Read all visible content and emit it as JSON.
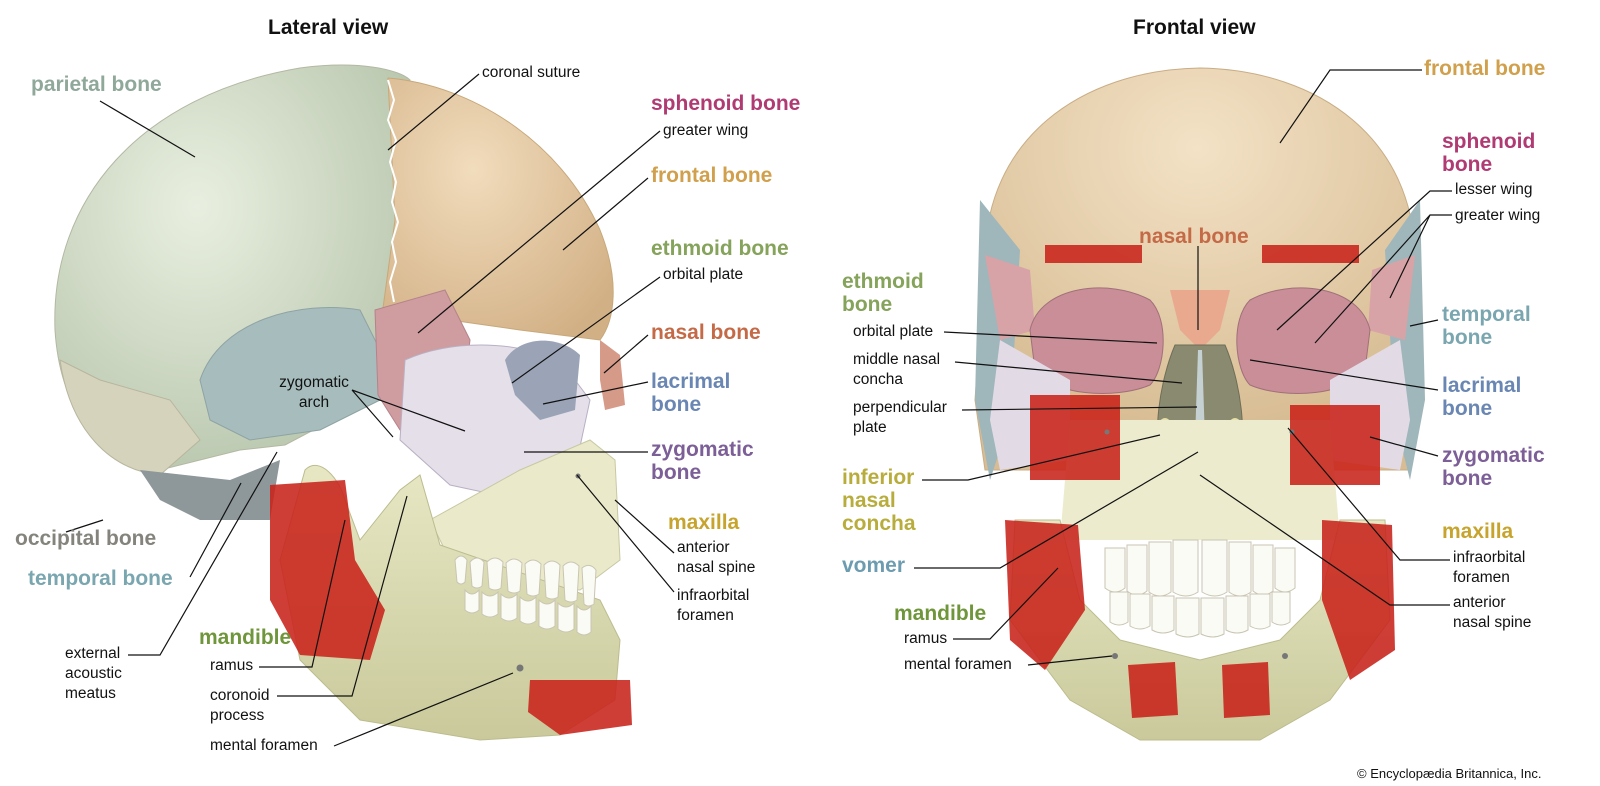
{
  "titles": {
    "lateral": "Lateral view",
    "frontal": "Frontal view"
  },
  "lateral": {
    "parietal": "parietal bone",
    "coronal_suture": "coronal suture",
    "sphenoid": "sphenoid bone",
    "greater_wing": "greater wing",
    "frontal": "frontal bone",
    "ethmoid": "ethmoid bone",
    "orbital_plate": "orbital plate",
    "nasal": "nasal bone",
    "lacrimal": "lacrimal\nbone",
    "zygomatic_arch": "zygomatic\narch",
    "zygomatic": "zygomatic\nbone",
    "maxilla": "maxilla",
    "anterior_nasal_spine": "anterior\nnasal spine",
    "infraorbital_foramen": "infraorbital\nforamen",
    "occipital": "occipital bone",
    "temporal": "temporal bone",
    "mandible": "mandible",
    "ramus": "ramus",
    "external_acoustic_meatus": "external\nacoustic\nmeatus",
    "coronoid_process": "coronoid\nprocess",
    "mental_foramen": "mental foramen"
  },
  "frontal": {
    "frontal": "frontal bone",
    "sphenoid": "sphenoid\nbone",
    "lesser_wing": "lesser wing",
    "greater_wing": "greater wing",
    "nasal": "nasal bone",
    "ethmoid": "ethmoid\nbone",
    "orbital_plate": "orbital plate",
    "middle_nasal_concha": "middle nasal\nconcha",
    "perpendicular_plate": "perpendicular\nplate",
    "temporal": "temporal\nbone",
    "lacrimal": "lacrimal\nbone",
    "zygomatic": "zygomatic\nbone",
    "inferior_nasal_concha": "inferior\nnasal\nconcha",
    "maxilla": "maxilla",
    "infraorbital_foramen": "infraorbital\nforamen",
    "vomer": "vomer",
    "anterior_nasal_spine": "anterior\nnasal spine",
    "mandible": "mandible",
    "ramus": "ramus",
    "mental_foramen": "mental foramen"
  },
  "copyright": "© Encyclopædia Britannica, Inc."
}
